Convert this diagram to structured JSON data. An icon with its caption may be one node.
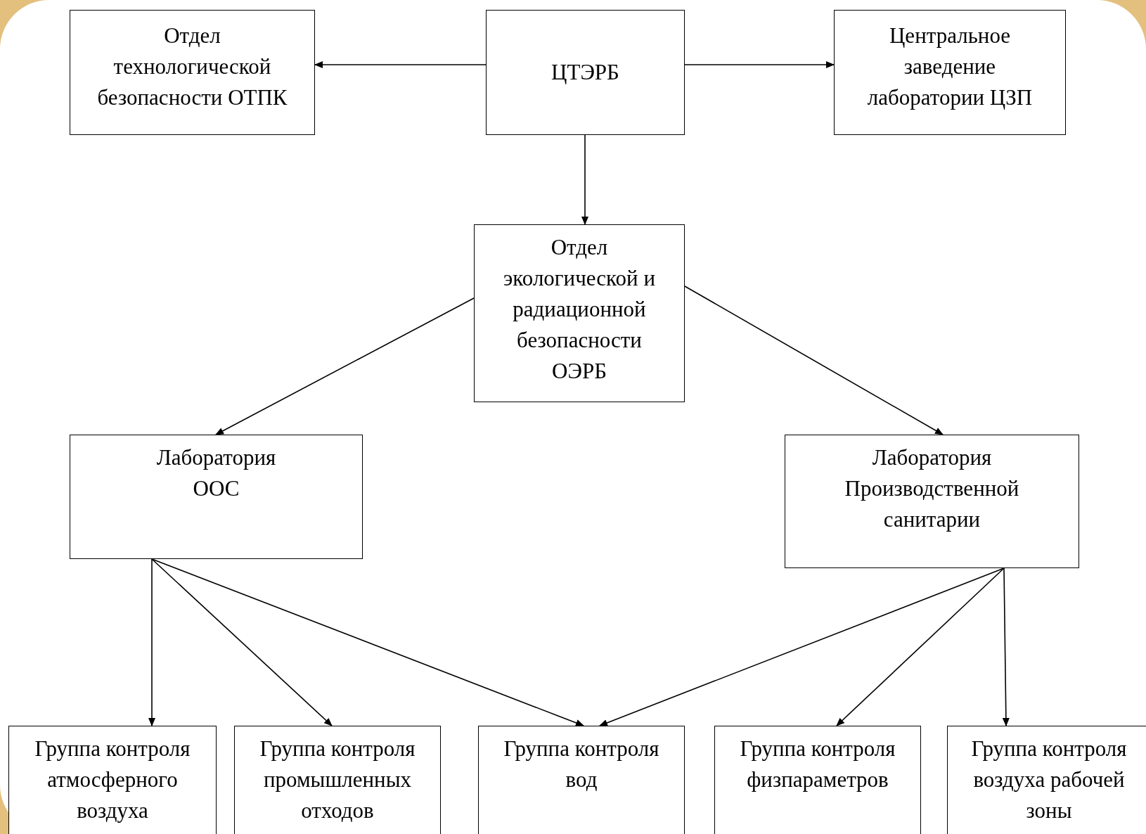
{
  "diagram": {
    "nodes": [
      {
        "text": [
          "ЦТЭРБ"
        ]
      },
      {
        "text": [
          "Отдел технологической безопасности ОТПК"
        ]
      },
      {
        "text": [
          "Центральное заведение лаборатории ЦЗП"
        ]
      },
      {
        "text": [
          "Отдел экологической и радиационной безопасности ОЭРБ"
        ]
      },
      {
        "text": [
          "Лаборатория ООС"
        ]
      },
      {
        "text": [
          "Лаборатория Производственной санитарии"
        ]
      },
      {
        "text": [
          "Группа контроля атмосферного воздуха"
        ]
      },
      {
        "text": [
          "Группа контроля промышленных отходов"
        ]
      },
      {
        "text": [
          "Группа контроля вод"
        ]
      },
      {
        "text": [
          "Группа контроля физпараметров"
        ]
      },
      {
        "text": [
          "Группа контроля воздуха рабочей зоны"
        ]
      }
    ],
    "edges": [
      {
        "from": 0,
        "to": 1,
        "arrow": "to"
      },
      {
        "from": 0,
        "to": 2,
        "arrow": "to"
      },
      {
        "from": 0,
        "to": 3,
        "arrow": "to"
      },
      {
        "from": 3,
        "to": 4,
        "arrow": "to"
      },
      {
        "from": 3,
        "to": 5,
        "arrow": "to"
      },
      {
        "from": 4,
        "to": 6,
        "arrow": "to"
      },
      {
        "from": 4,
        "to": 7,
        "arrow": "to"
      },
      {
        "from": 4,
        "to": 8,
        "arrow": "to"
      },
      {
        "from": 5,
        "to": 8,
        "arrow": "to"
      },
      {
        "from": 5,
        "to": 9,
        "arrow": "to"
      },
      {
        "from": 5,
        "to": 10,
        "arrow": "to"
      }
    ]
  }
}
